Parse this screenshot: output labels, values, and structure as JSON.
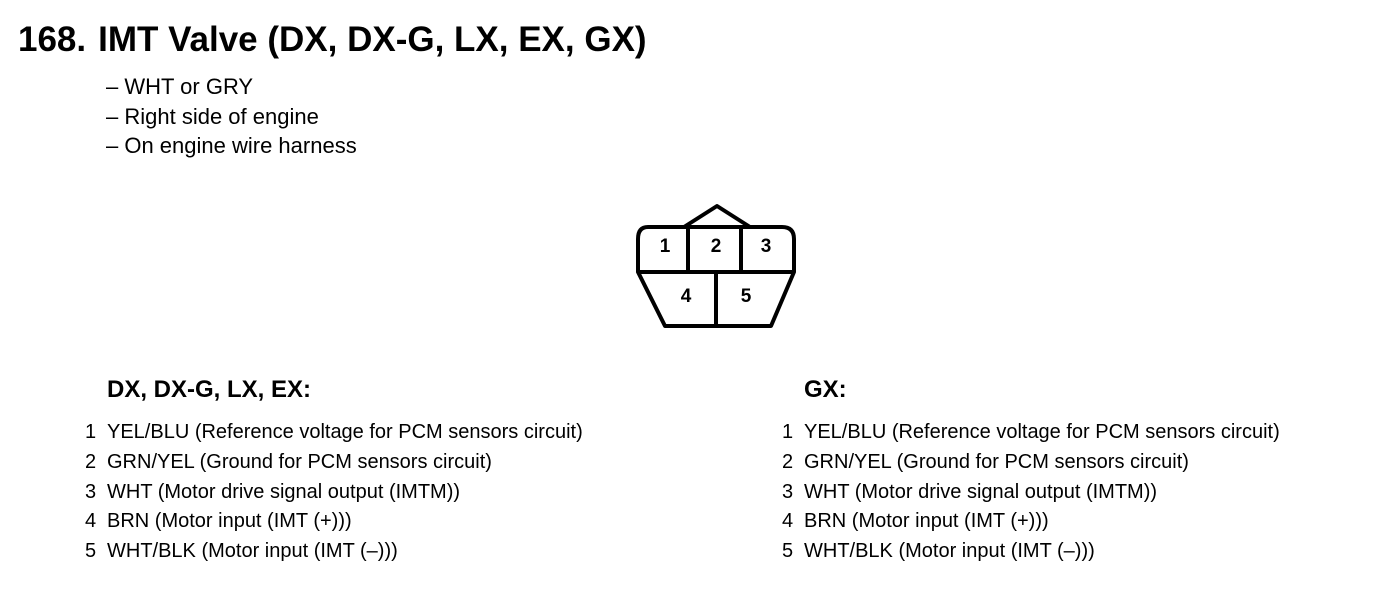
{
  "header": {
    "number": "168.",
    "title": "IMT Valve (DX, DX-G, LX, EX, GX)"
  },
  "notes": [
    "– WHT or GRY",
    "– Right side of engine",
    "– On engine wire harness"
  ],
  "connector": {
    "terminals": [
      "1",
      "2",
      "3",
      "4",
      "5"
    ]
  },
  "columns": [
    {
      "heading": "DX, DX-G, LX, EX:",
      "pins": [
        {
          "num": "1",
          "desc": "YEL/BLU (Reference voltage for PCM sensors circuit)"
        },
        {
          "num": "2",
          "desc": "GRN/YEL (Ground for PCM sensors circuit)"
        },
        {
          "num": "3",
          "desc": "WHT (Motor drive signal output (IMTM))"
        },
        {
          "num": "4",
          "desc": "BRN (Motor input (IMT (+)))"
        },
        {
          "num": "5",
          "desc": "WHT/BLK (Motor input (IMT (–)))"
        }
      ]
    },
    {
      "heading": "GX:",
      "pins": [
        {
          "num": "1",
          "desc": "YEL/BLU (Reference voltage for PCM sensors circuit)"
        },
        {
          "num": "2",
          "desc": "GRN/YEL (Ground for PCM sensors circuit)"
        },
        {
          "num": "3",
          "desc": "WHT (Motor drive signal output (IMTM))"
        },
        {
          "num": "4",
          "desc": "BRN (Motor input (IMT (+)))"
        },
        {
          "num": "5",
          "desc": "WHT/BLK (Motor input (IMT (–)))"
        }
      ]
    }
  ]
}
